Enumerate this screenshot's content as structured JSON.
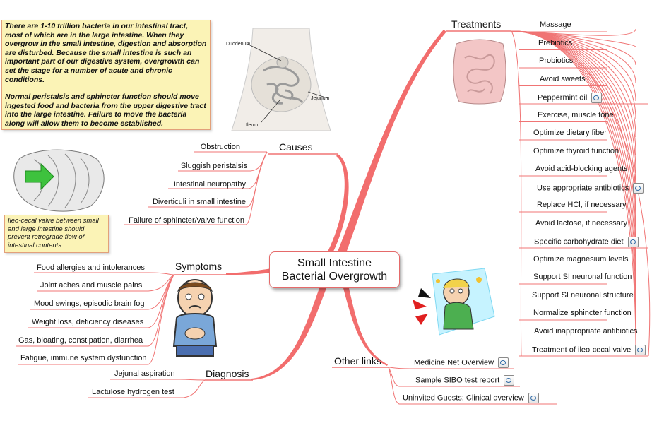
{
  "central": {
    "line1": "Small Intestine",
    "line2": "Bacterial Overgrowth"
  },
  "notes": {
    "intro_p1": "There are 1-10 trillion bacteria in our intestinal tract, most of which are in the large intestine.  When they overgrow in the small intestine, digestion and absorption are disturbed.  Because the small intestine is such an important part of our digestive system, overgrowth can set the stage for a number of acute and chronic conditions.",
    "intro_p2": "Normal peristalsis and sphincter function should move ingested food and bacteria from the upper digestive tract into the large intestine.  Failure to move the bacteria along will allow them to become established.",
    "valve": "Ileo-cecal valve between small and large intestine should prevent retrograde flow of intestinal contents."
  },
  "anatomy_labels": {
    "duodenum": "Duodenum",
    "jejunum": "Jejunum",
    "ileum": "Ileum"
  },
  "branches": {
    "causes": {
      "label": "Causes",
      "items": [
        "Obstruction",
        "Sluggish peristalsis",
        "Intestinal neuropathy",
        "Diverticuli in small intestine",
        "Failure of sphincter/valve function"
      ]
    },
    "symptoms": {
      "label": "Symptoms",
      "items": [
        "Food allergies and intolerances",
        "Joint aches and muscle pains",
        "Mood swings, episodic brain fog",
        "Weight loss, deficiency diseases",
        "Gas, bloating, constipation, diarrhea",
        "Fatigue, immune system dysfunction"
      ]
    },
    "diagnosis": {
      "label": "Diagnosis",
      "items": [
        "Jejunal aspiration",
        "Lactulose hydrogen test"
      ]
    },
    "treatments": {
      "label": "Treatments",
      "items": [
        "Massage",
        "Prebiotics",
        "Probiotics",
        "Avoid sweets",
        "Peppermint oil",
        "Exercise, muscle tone",
        "Optimize dietary fiber",
        "Optimize thyroid function",
        "Avoid acid-blocking agents",
        "Use appropriate antibiotics",
        "Replace HCl, if necessary",
        "Avoid lactose, if necessary",
        "Specific carbohydrate diet",
        "Optimize magnesium levels",
        "Support SI neuronal function",
        "Support SI neuronal structure",
        "Normalize sphincter function",
        "Avoid inappropriate antibiotics",
        "Treatment of ileo-cecal valve"
      ]
    },
    "other_links": {
      "label": "Other links",
      "items": [
        "Medicine Net Overview",
        "Sample SIBO test report",
        "Uninvited Guests:  Clinical overview"
      ]
    }
  },
  "colors": {
    "branch_line": "#f07474",
    "note_bg": "#fbf3b6",
    "note_border": "#e2a07a"
  }
}
